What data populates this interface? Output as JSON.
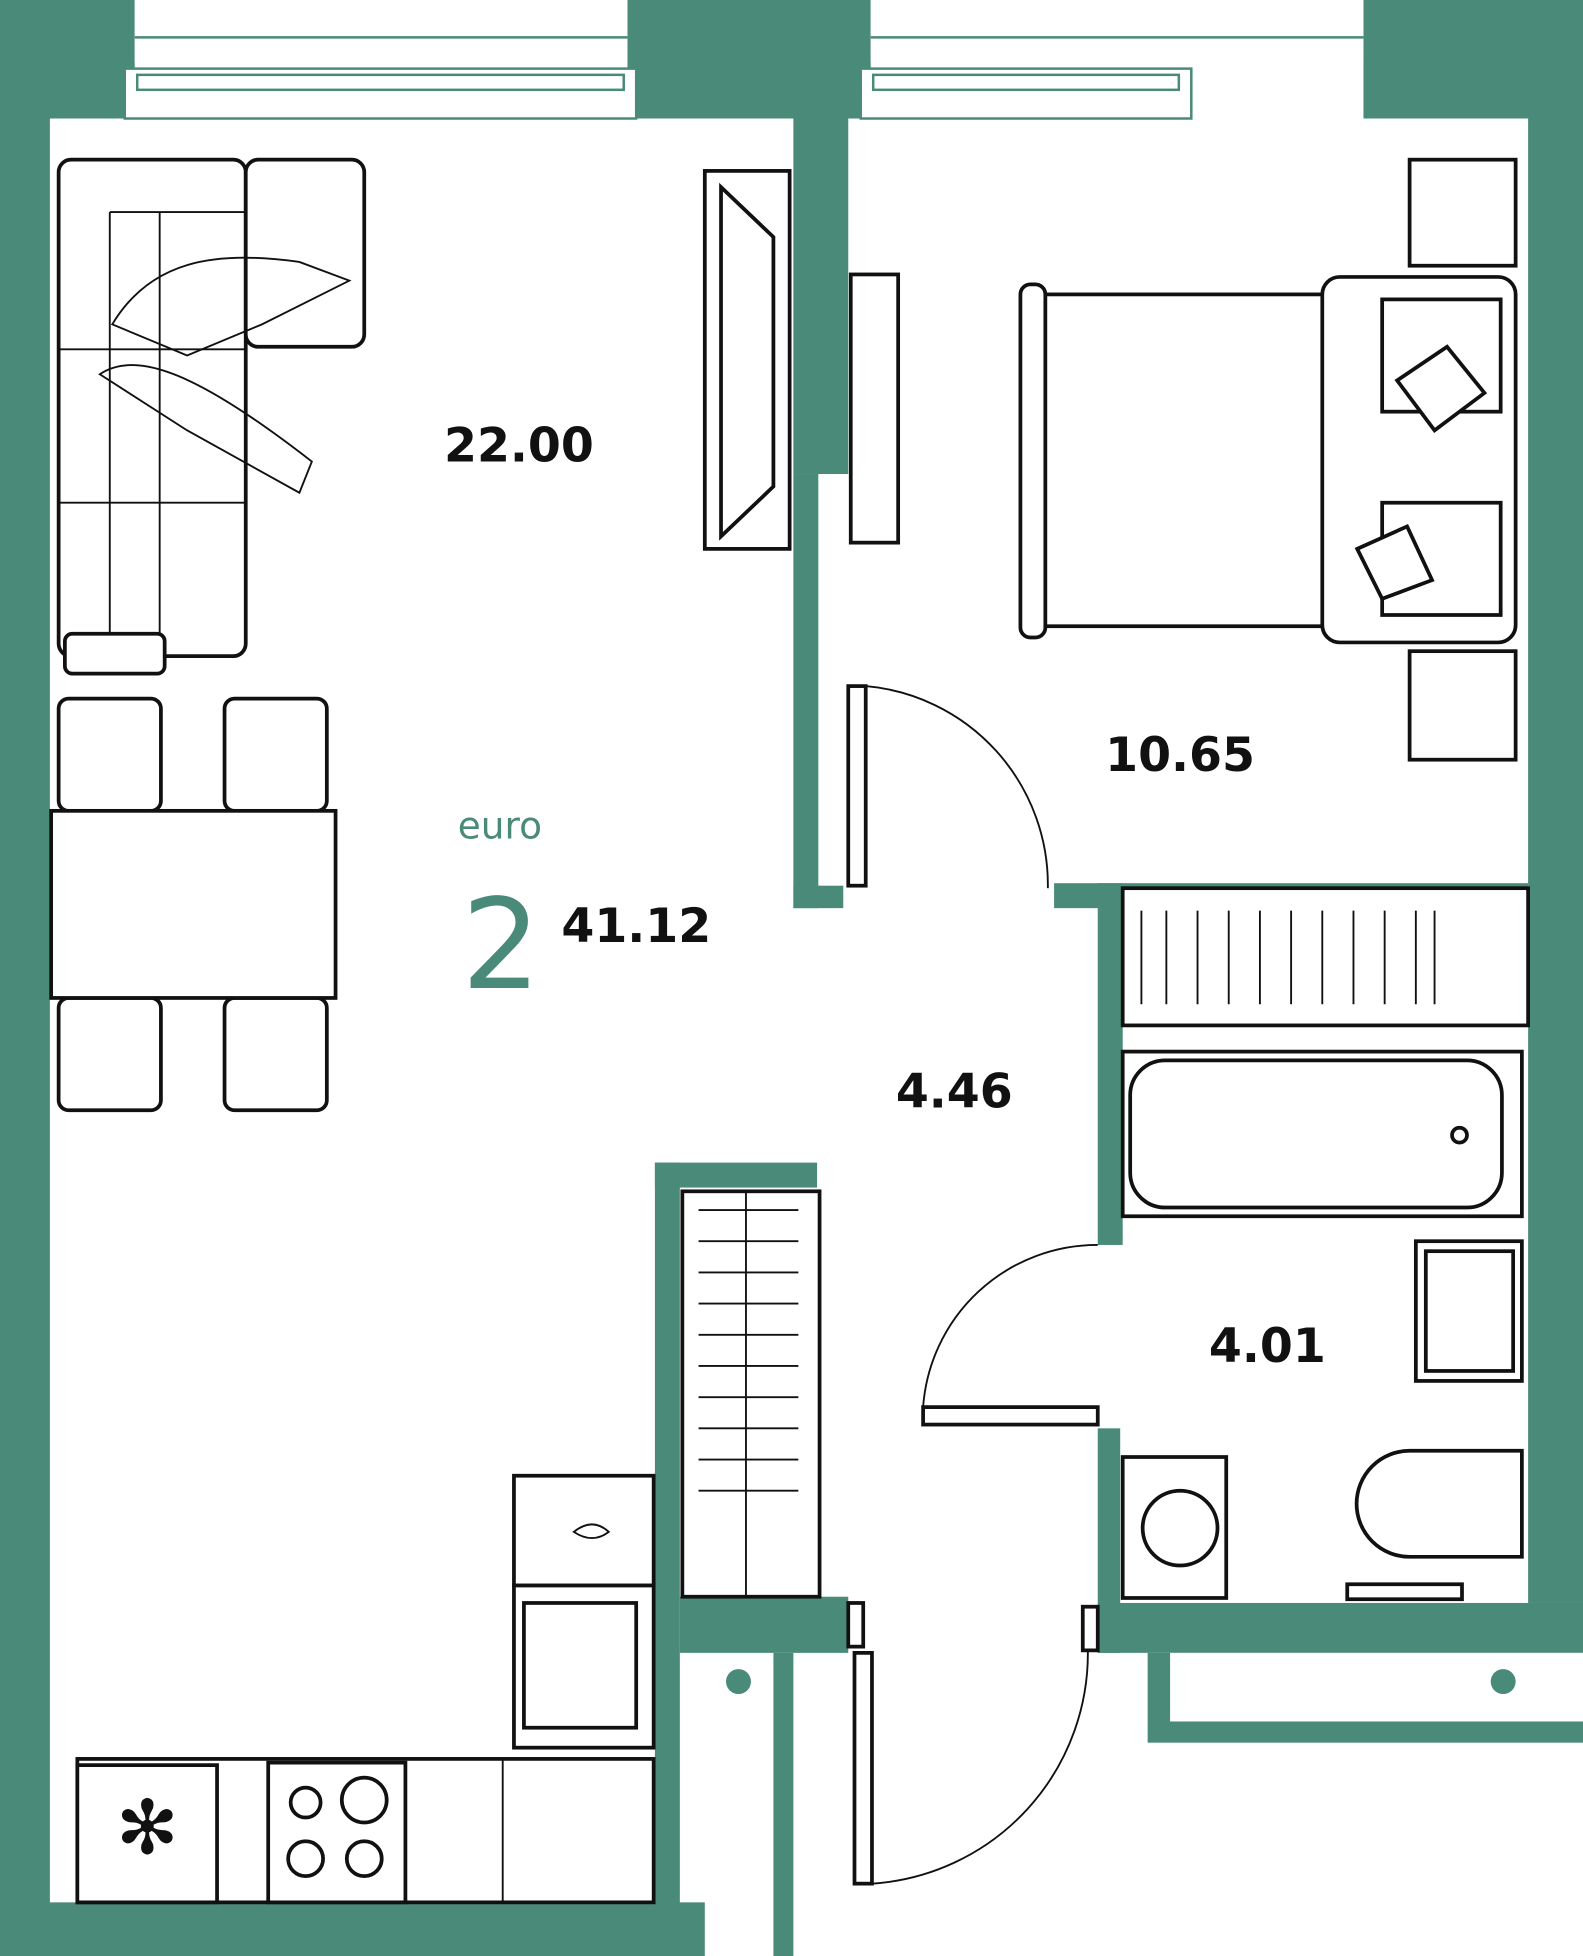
{
  "plan": {
    "type_label": "euro",
    "rooms_count": "2",
    "total_area": "41.12",
    "colors": {
      "wall": "#4a8a78",
      "line": "#111111"
    }
  },
  "rooms": {
    "living_kitchen": "22.00",
    "bedroom": "10.65",
    "hallway": "4.46",
    "bathroom": "4.01"
  }
}
